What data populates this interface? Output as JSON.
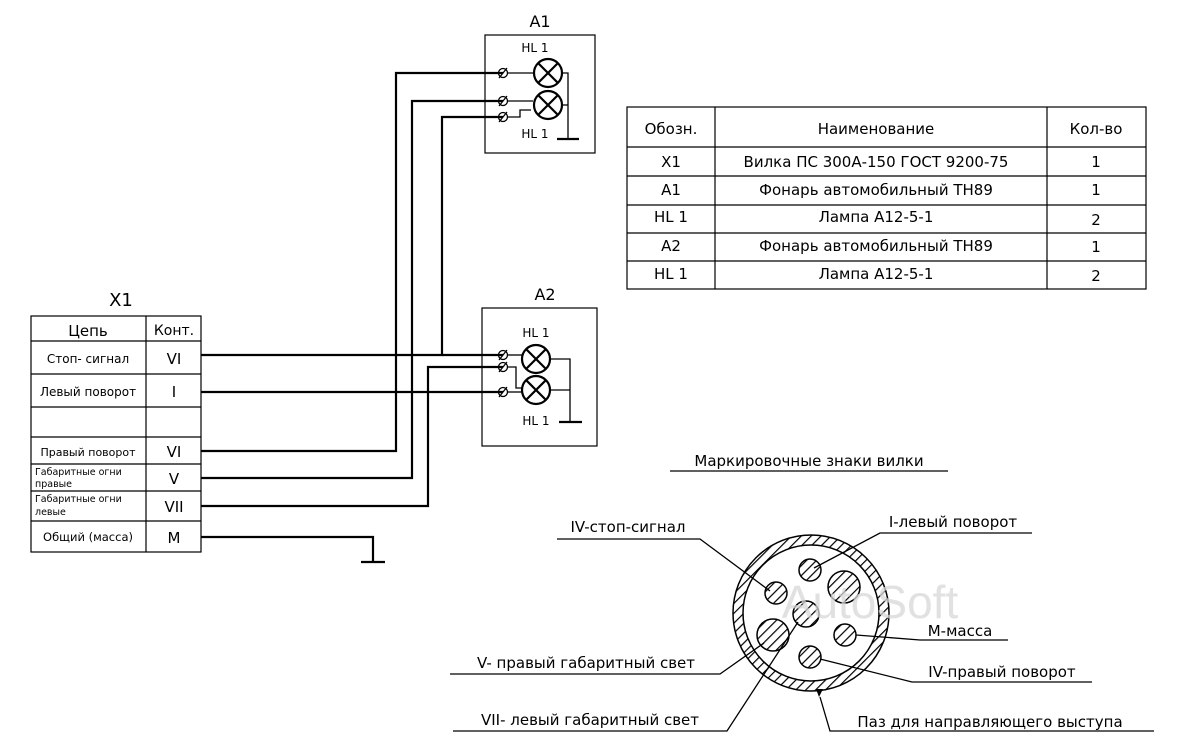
{
  "x1": {
    "title": "X1",
    "header_circuit": "Цепь",
    "header_contact": "Конт.",
    "rows": [
      {
        "circuit": "Стоп- сигнал",
        "contact": "VI"
      },
      {
        "circuit": "Левый поворот",
        "contact": "I"
      },
      {
        "circuit": "",
        "contact": ""
      },
      {
        "circuit": "Правый поворот",
        "contact": "VI"
      },
      {
        "circuit": "Габаритные огни правые",
        "contact": "V"
      },
      {
        "circuit": "Габаритные огни левые",
        "contact": "VII"
      },
      {
        "circuit": "Общий (масса)",
        "contact": "M"
      }
    ]
  },
  "a1": {
    "title": "A1",
    "lamp_top": "HL 1",
    "lamp_bottom": "HL 1"
  },
  "a2": {
    "title": "A2",
    "lamp_top": "HL 1",
    "lamp_bottom": "HL 1"
  },
  "spec_table": {
    "headers": [
      "Обозн.",
      "Наименование",
      "Кол-во"
    ],
    "rows": [
      [
        "X1",
        "Вилка ПС 300А-150 ГОСТ 9200-75",
        "1"
      ],
      [
        "A1",
        "Фонарь автомобильный ТН89",
        "1"
      ],
      [
        "HL 1",
        "Лампа А12-5-1",
        "2"
      ],
      [
        "A2",
        "Фонарь автомобильный ТН89",
        "1"
      ],
      [
        "HL 1",
        "Лампа А12-5-1",
        "2"
      ]
    ]
  },
  "plug": {
    "heading": "Маркировочные знаки вилки",
    "labels": {
      "stop": "IV-стоп-сигнал",
      "left_turn": "I-левый поворот",
      "mass": "M-масса",
      "right_turn": "IV-правый поворот",
      "right_side": "V- правый габаритный свет",
      "left_side": "VII- левый габаритный свет",
      "groove": "Паз для направляющего выступа"
    }
  },
  "watermark": "AutoSoft"
}
